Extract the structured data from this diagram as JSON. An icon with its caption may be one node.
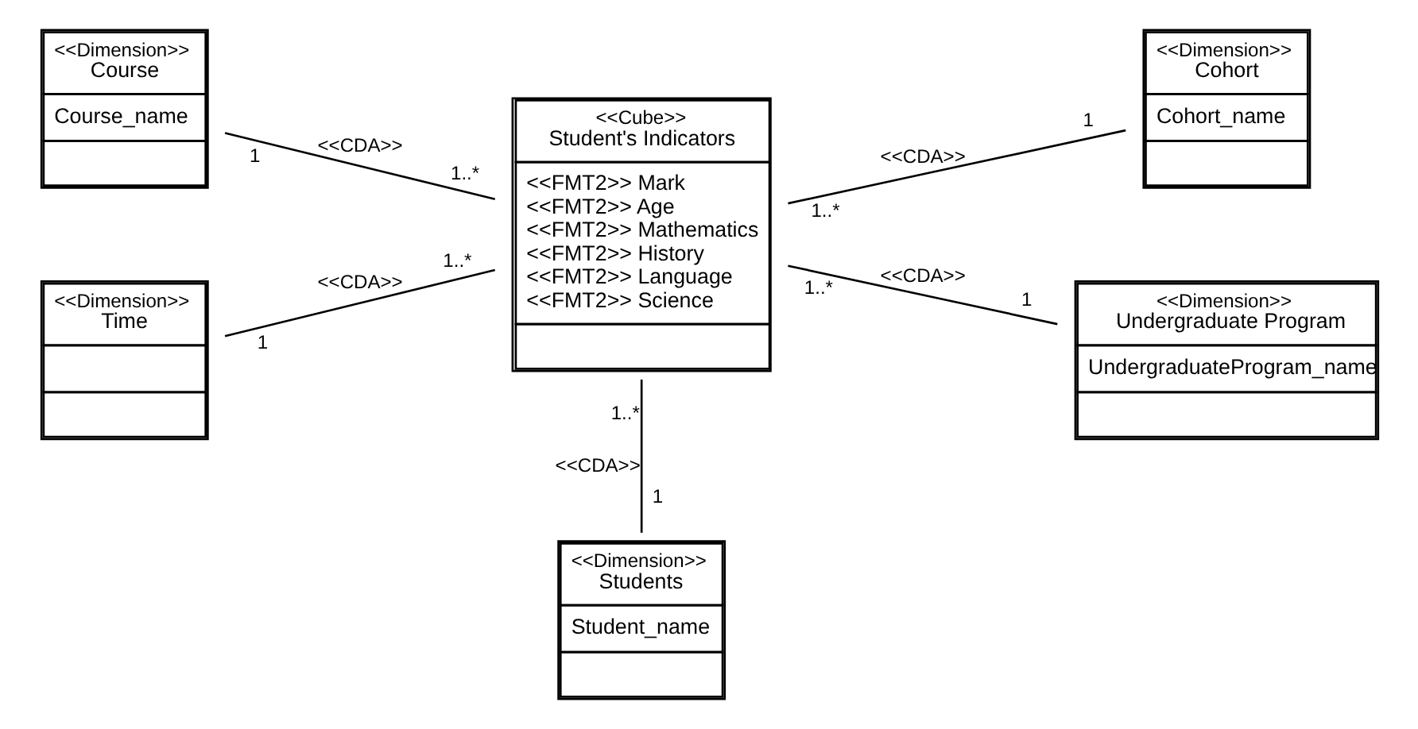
{
  "diagram": {
    "nodes": [
      {
        "text": [
          "<<Dimension>>",
          "Course",
          "Course_name"
        ]
      },
      {
        "text": [
          "<<Cube>>",
          "Student's Indicators",
          "<<FMT2>> Mark",
          "<<FMT2>> Age",
          "<<FMT2>> Mathematics",
          "<<FMT2>> History",
          "<<FMT2>> Language",
          "<<FMT2>> Science"
        ]
      },
      {
        "text": [
          "<<Dimension>>",
          "Cohort",
          "Cohort_name"
        ]
      },
      {
        "text": [
          "<<Dimension>>",
          "Time"
        ]
      },
      {
        "text": [
          "<<Dimension>>",
          "Undergraduate Program",
          "UndergraduateProgram_name"
        ]
      },
      {
        "text": [
          "<<Dimension>>",
          "Students",
          "Student_name"
        ]
      }
    ],
    "edges": [
      {
        "from": 0,
        "to": 1,
        "arrow": "none",
        "label": "<<CDA>>"
      },
      {
        "from": 3,
        "to": 1,
        "arrow": "none",
        "label": "<<CDA>>"
      },
      {
        "from": 1,
        "to": 2,
        "arrow": "none",
        "label": "<<CDA>>"
      },
      {
        "from": 1,
        "to": 4,
        "arrow": "none",
        "label": "<<CDA>>"
      },
      {
        "from": 1,
        "to": 5,
        "arrow": "none",
        "label": "<<CDA>>"
      }
    ],
    "labels": [
      "1",
      "1..*",
      "1..*",
      "1",
      "1",
      "1..*",
      "1..*",
      "1",
      "1..*",
      "1"
    ]
  }
}
